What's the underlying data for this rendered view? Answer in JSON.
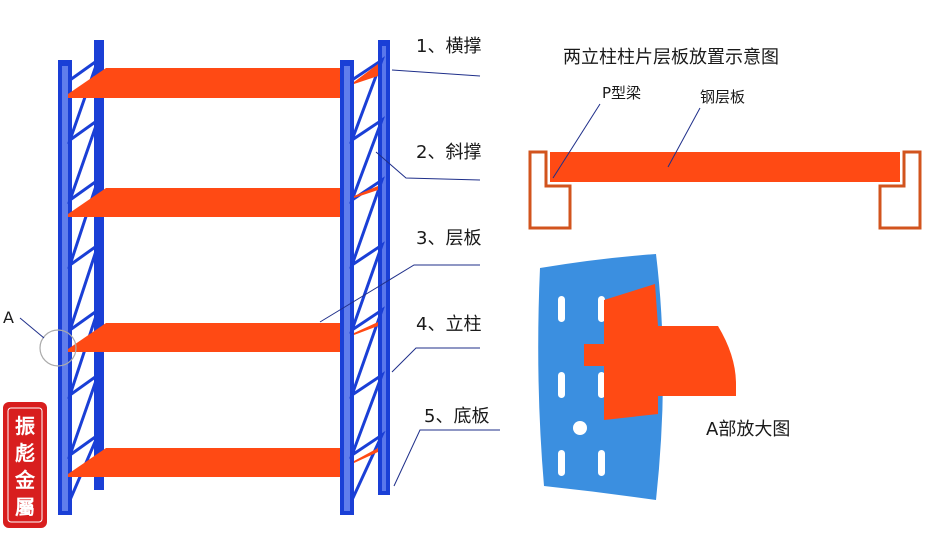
{
  "colors": {
    "upright_blue": "#1a3fd6",
    "beam_orange": "#ff4a14",
    "detail_blue": "#3b8fe0",
    "seal_red": "#d81e1e",
    "leader_navy": "#1f2f8a"
  },
  "parts": [
    {
      "label": "1、横撑"
    },
    {
      "label": "2、斜撑"
    },
    {
      "label": "3、层板"
    },
    {
      "label": "4、立柱"
    },
    {
      "label": "5、底板"
    }
  ],
  "callout_a": "A",
  "section": {
    "title": "两立柱柱片层板放置示意图",
    "p_beam_label": "P型梁",
    "steel_panel_label": "钢层板"
  },
  "detail": {
    "caption": "A部放大图"
  },
  "seal": {
    "chars": [
      "振",
      "彪",
      "金",
      "屬"
    ]
  }
}
